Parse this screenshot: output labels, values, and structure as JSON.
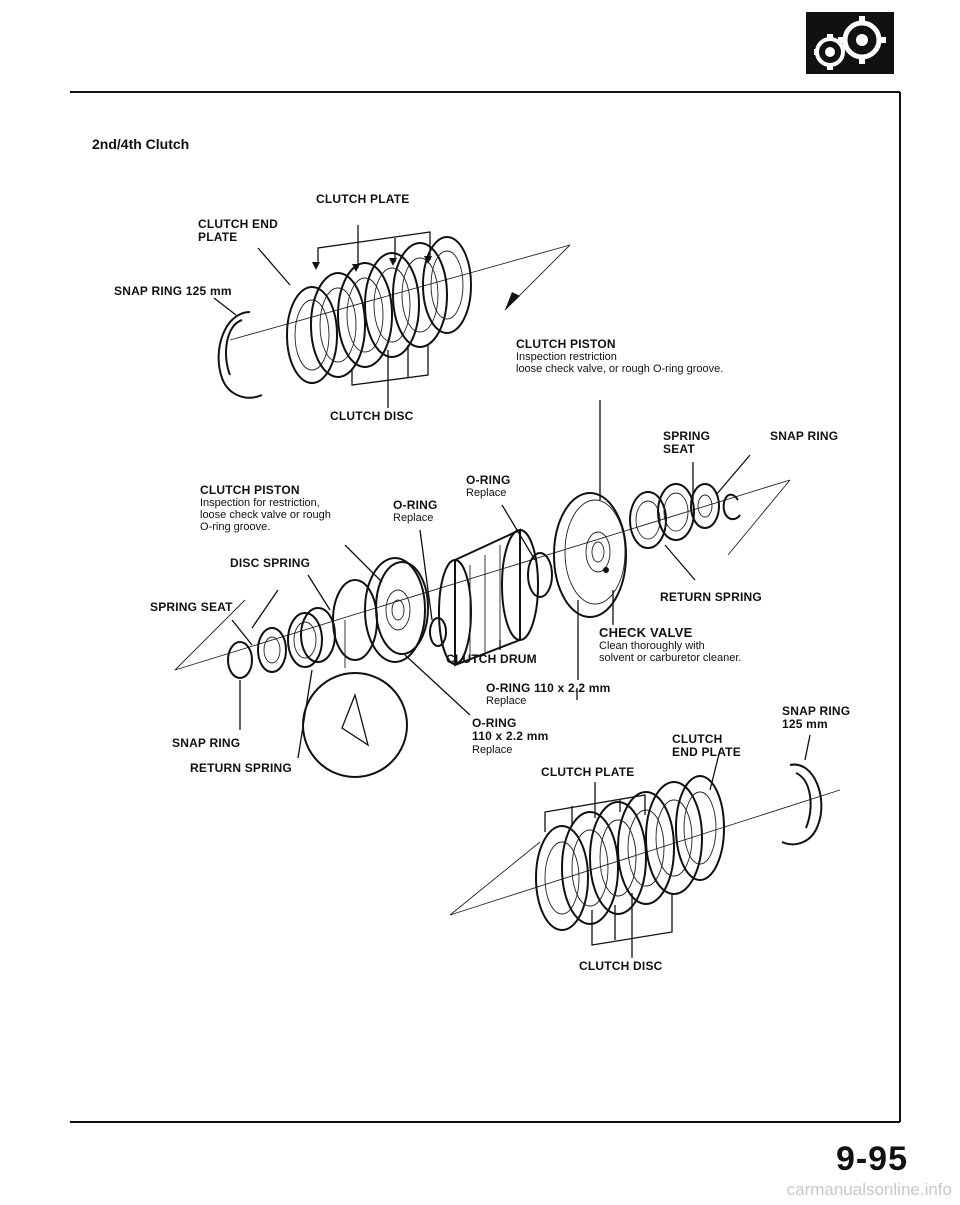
{
  "section_title": "2nd/4th Clutch",
  "page_number": "9-95",
  "watermark": "carmanualsonline.info",
  "icon": "gears-icon",
  "labels": {
    "clutch_plate_top": "CLUTCH PLATE",
    "clutch_end_plate_top": "CLUTCH END\nPLATE",
    "snap_ring_top": "SNAP RING 125 mm",
    "clutch_piston_right": "CLUTCH PISTON",
    "clutch_piston_right_note": "Inspection restriction\nloose check valve, or rough O-ring groove.",
    "clutch_disc_top": "CLUTCH DISC",
    "spring_seat_right": "SPRING\nSEAT",
    "snap_ring_right": "SNAP RING",
    "clutch_piston_left": "CLUTCH PISTON",
    "clutch_piston_left_note": "Inspection for restriction,\nloose check valve or rough\nO-ring groove.",
    "o_ring_mid": "O-RING",
    "o_ring_mid_note": "Replace",
    "o_ring_upper": "O-RING",
    "o_ring_upper_note": "Replace",
    "disc_spring": "DISC SPRING",
    "return_spring_right": "RETURN SPRING",
    "spring_seat_left": "SPRING SEAT",
    "check_valve": "CHECK VALVE",
    "check_valve_note": "Clean thoroughly with\nsolvent or carburetor cleaner.",
    "clutch_drum": "CLUTCH DRUM",
    "o_ring_110_upper": "O-RING 110 x 2.2 mm",
    "o_ring_110_upper_note": "Replace",
    "snap_ring_125_right": "SNAP RING\n125 mm",
    "o_ring_110_lower": "O-RING\n110 x 2.2 mm",
    "o_ring_110_lower_note": "Replace",
    "clutch_end_plate_right": "CLUTCH\nEND PLATE",
    "snap_ring_left": "SNAP RING",
    "return_spring_left": "RETURN SPRING",
    "clutch_plate_bottom": "CLUTCH PLATE",
    "clutch_disc_bottom": "CLUTCH DISC"
  }
}
